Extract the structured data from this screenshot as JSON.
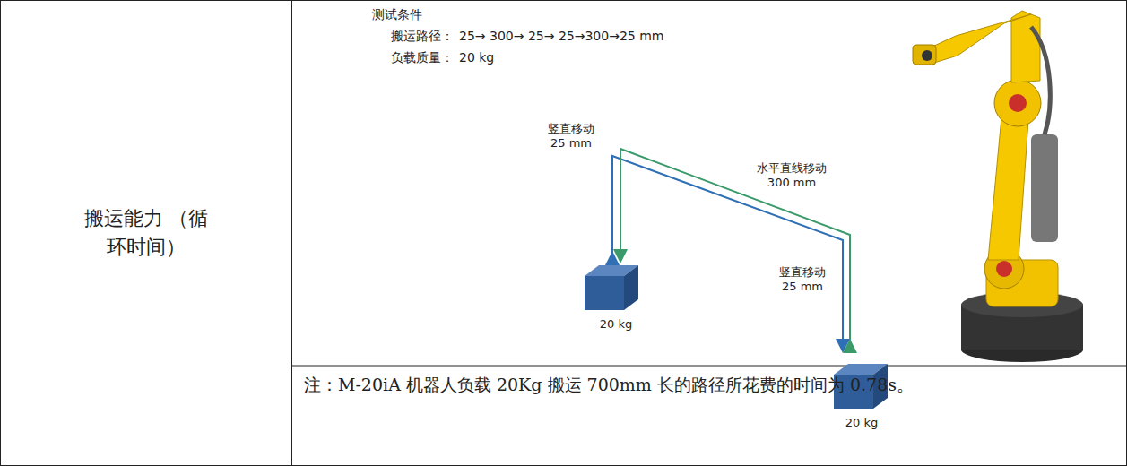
{
  "diagram": {
    "nodes": [
      {
        "text": [
          "搬运能力 （循环时间）"
        ]
      },
      {
        "text": [
          "注：M-20iA 机器人负载 20Kg 搬运 700mm 长的路径所花费的时间为 0.78s。"
        ]
      }
    ],
    "labels": [
      "测试条件",
      "搬运路径：",
      "25→ 300→ 25→ 25→300→25 mm",
      "负载质量：",
      "20 kg",
      "水平直线移动 300 mm",
      "竖直移动 25 mm",
      "20 kg",
      "竖直移动 25 mm",
      "20 kg"
    ]
  }
}
